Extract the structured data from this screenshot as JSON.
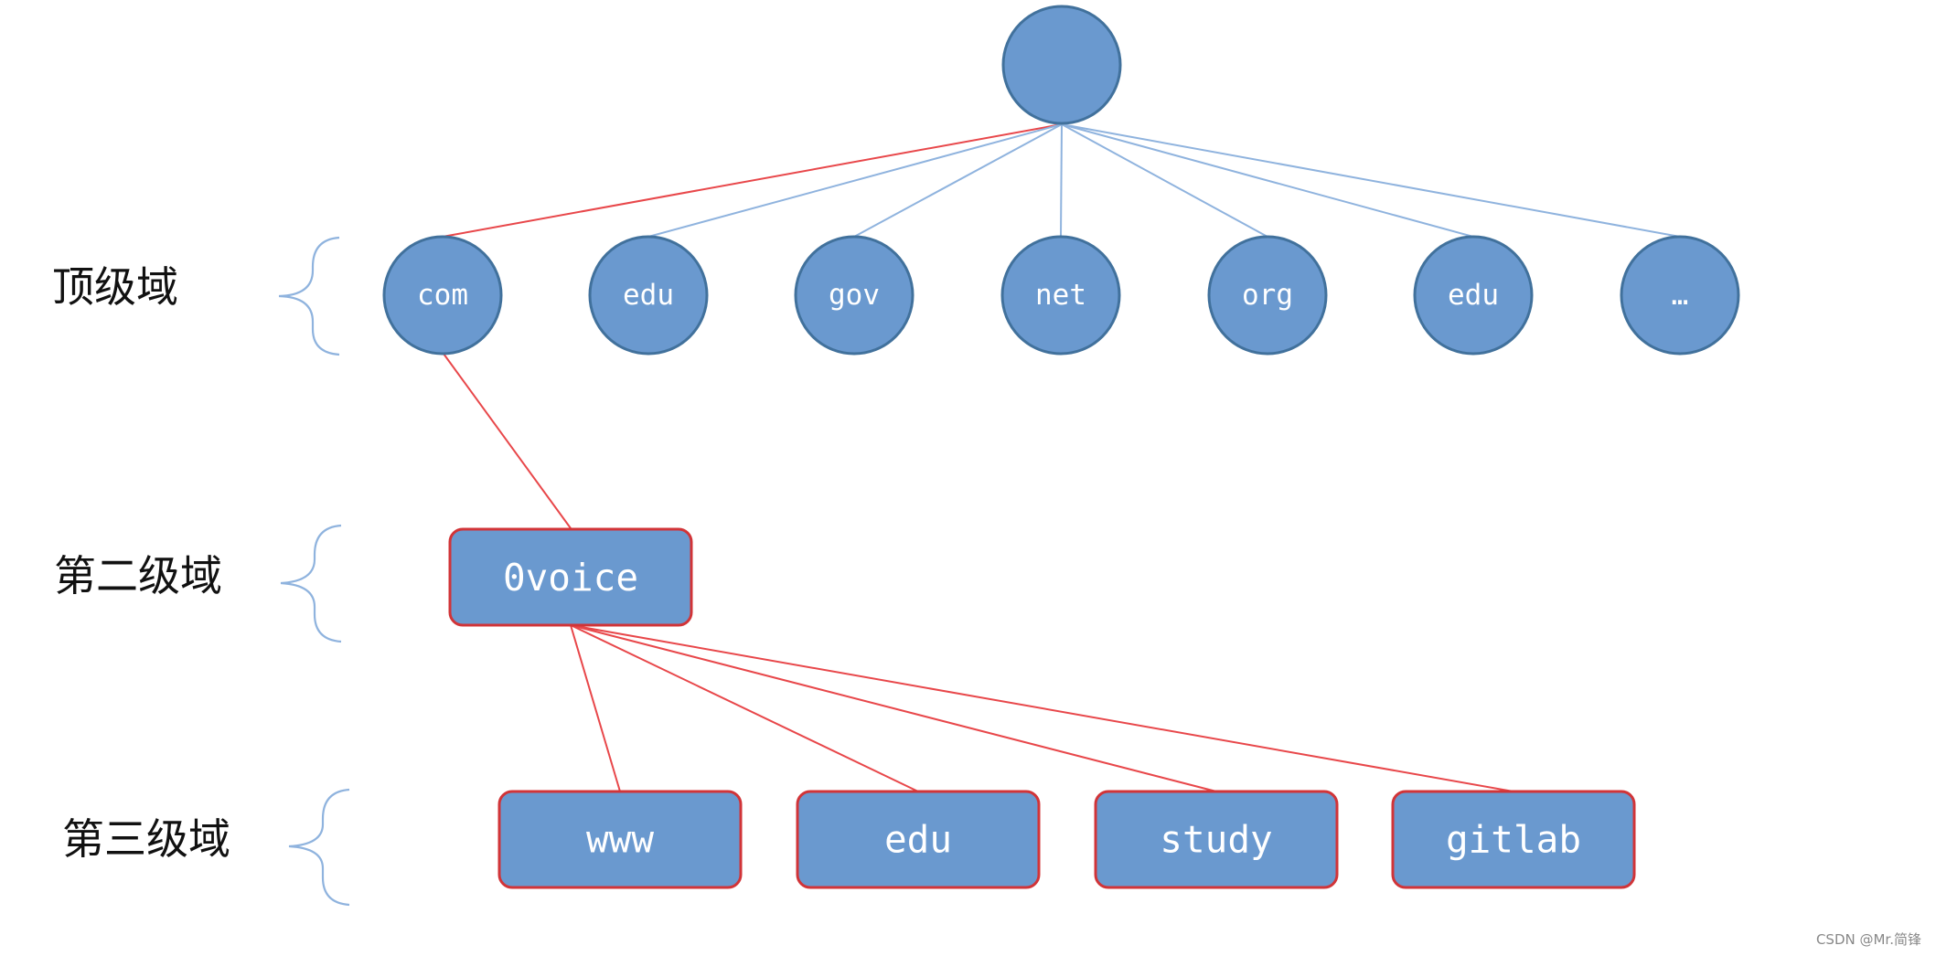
{
  "colors": {
    "node_fill": "#6a99cf",
    "node_stroke": "#41719c",
    "highlight": "#d13438",
    "edge_red": "#e8474a",
    "edge_blue": "#8fb3de"
  },
  "levels": {
    "top": "顶级域",
    "second": "第二级域",
    "third": "第三级域"
  },
  "root": {
    "label": ""
  },
  "top_level_domains": [
    "com",
    "edu",
    "gov",
    "net",
    "org",
    "edu",
    "…"
  ],
  "second_level_domains": [
    "0voice"
  ],
  "third_level_domains": [
    "www",
    "edu",
    "study",
    "gitlab"
  ],
  "highlighted_path": {
    "top_level": "com",
    "second_level": "0voice"
  },
  "watermark": "CSDN @Mr.简锋"
}
